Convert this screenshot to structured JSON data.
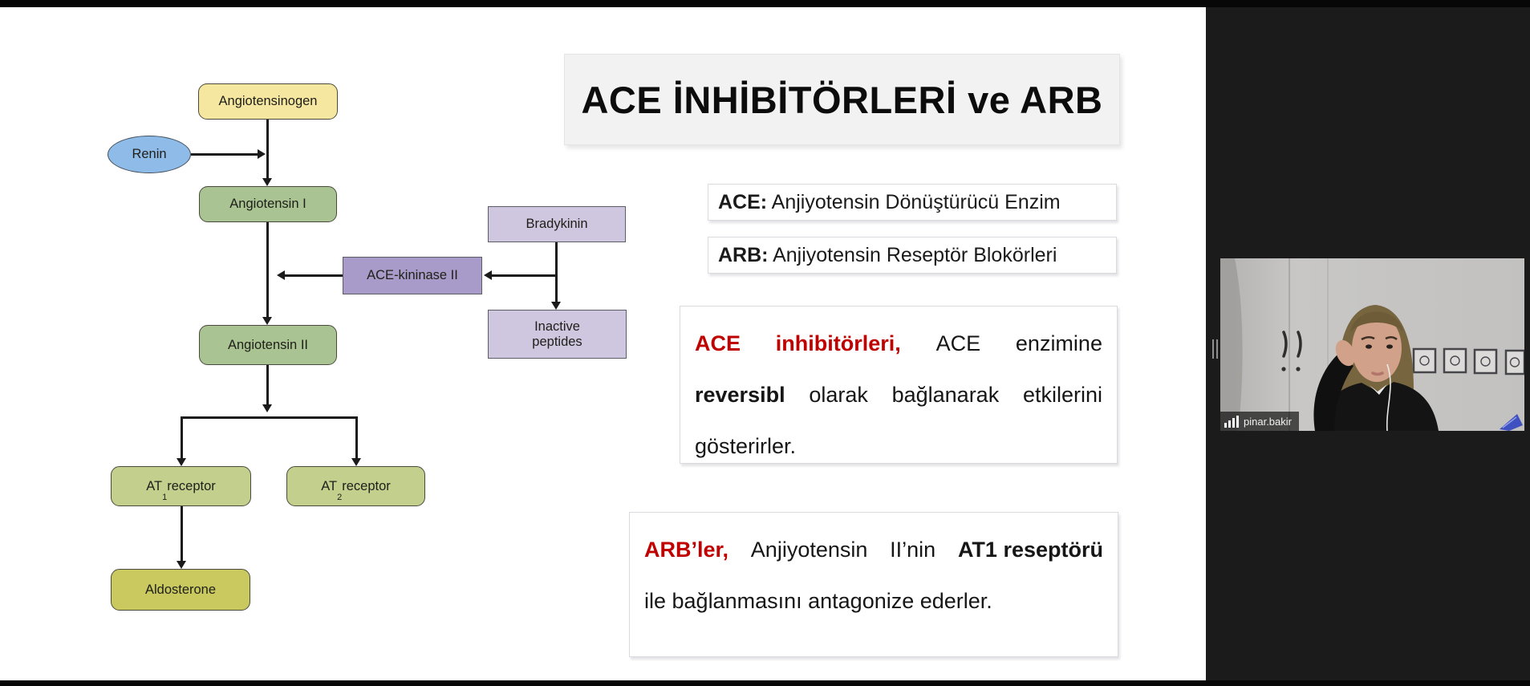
{
  "app": {
    "kind": "video-conference screen share",
    "participant_name": "pinar.bakir"
  },
  "palette": {
    "slide_bg": "#ffffff",
    "surround_bg": "#1b1b1b",
    "title_box_bg": "#f2f2f2",
    "accent_red": "#c00000",
    "node_yellow": "#f6e7a0",
    "node_green": "#a9c492",
    "node_light_green": "#c3cf8d",
    "node_olive": "#c9c95f",
    "node_blue": "#8fbbe8",
    "node_purple": "#a89bc9",
    "node_light_purple": "#cfc6e0",
    "arrow_color": "#1b1b1b"
  },
  "slide": {
    "title": "ACE İNHİBİTÖRLERİ ve ARB",
    "definitions": [
      {
        "term": "ACE:",
        "text": " Anjiyotensin Dönüştürücü Enzim"
      },
      {
        "term": "ARB:",
        "text": " Anjiyotensin Reseptör Blokörleri"
      }
    ],
    "paragraph1": {
      "full_text": "ACE inhibitörleri, ACE enzimine reversibl olarak bağlanarak etkilerini gösterirler.",
      "lines": [
        {
          "w1": "ACE",
          "w2": "inhibitörleri,",
          "w3": "ACE",
          "w4": "enzimine"
        },
        {
          "w1": "reversibl",
          "w2": "olarak",
          "w3": "bağlanarak",
          "w4": "etkilerini"
        },
        {
          "w1": "gösterirler."
        }
      ]
    },
    "paragraph2": {
      "full_text": "ARB’ler, Anjiyotensin II’nin AT1 reseptörü ile bağlanmasını antagonize ederler.",
      "lines": [
        {
          "w1": "ARB’ler,",
          "w2": "Anjiyotensin",
          "w3": "II’nin",
          "w4": "AT1 reseptörü"
        },
        {
          "w1": "ile bağlanmasını antagonize ederler."
        }
      ]
    }
  },
  "flowchart": {
    "nodes": {
      "angiotensinogen": {
        "label": "Angiotensinogen"
      },
      "renin": {
        "label": "Renin"
      },
      "angiotensin1": {
        "label": "Angiotensin I"
      },
      "bradykinin": {
        "label": "Bradykinin"
      },
      "ace_kininase": {
        "label": "ACE-kininase II"
      },
      "inactive": {
        "line1": "Inactive",
        "line2": "peptides"
      },
      "angiotensin2": {
        "label": "Angiotensin II"
      },
      "at1": {
        "prefix": "AT",
        "sub": "1",
        "rest": " receptor"
      },
      "at2": {
        "prefix": "AT",
        "sub": "2",
        "rest": " receptor"
      },
      "aldosterone": {
        "label": "Aldosterone"
      }
    }
  },
  "video_panel": {
    "participant_name": "pinar.bakir",
    "signal_icon": "signal-strength-icon"
  }
}
